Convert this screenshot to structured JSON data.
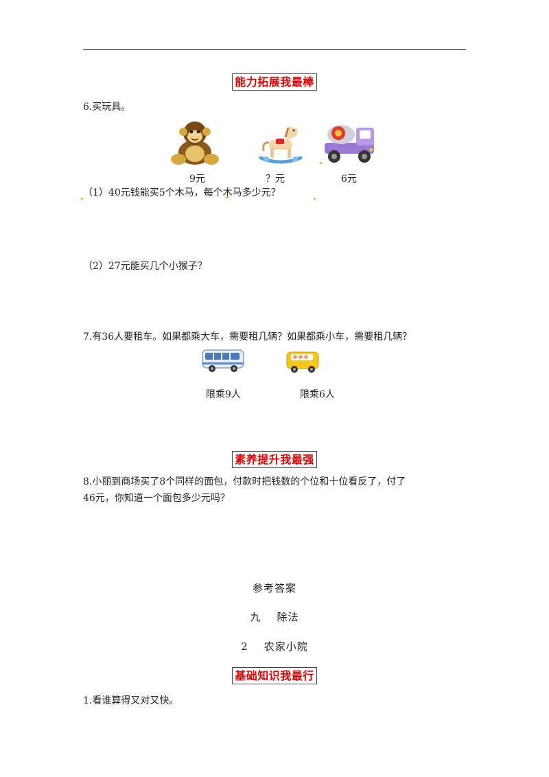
{
  "sections": {
    "ability": "能力拓展我最棒",
    "literacy": "素养提升我最强",
    "basics": "基础知识我最行"
  },
  "q6": {
    "title": "6.买玩具。",
    "prices": [
      "9元",
      "？元",
      "6元"
    ],
    "sub1": "（1）40元钱能买5个木马，每个木马多少元？",
    "sub2": "（2）27元能买几个小猴子？",
    "icons": [
      "monkey-icon",
      "rocking-horse-icon",
      "toy-truck-icon"
    ]
  },
  "q7": {
    "title": "7.有36人要租车。如果都乘大车，需要租几辆？如果都乘小车，需要租几辆？",
    "big_car_label": "限乘9人",
    "small_car_label": "限乘6人",
    "icons": [
      "bus-icon",
      "school-bus-icon"
    ]
  },
  "q8": {
    "line1": "8.小丽到商场买了8个同样的面包，付款时把钱数的个位和十位看反了，付了",
    "line2": "46元，你知道一个面包多少元吗？"
  },
  "answers": {
    "title": "参考答案",
    "chapter": "九    除法",
    "lesson": "2    农家小院",
    "q1": "1.看谁算得又对又快。"
  },
  "colors": {
    "heading_red": "#e00000",
    "text": "#222222"
  }
}
